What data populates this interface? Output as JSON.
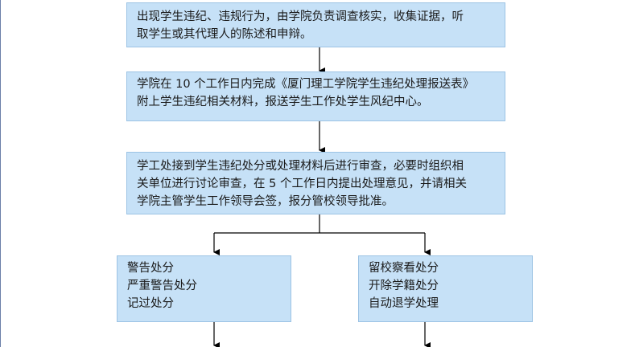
{
  "colors": {
    "box_fill": "#c6e1f7",
    "box_border": "#9cc3e4",
    "connector": "#000000"
  },
  "boxes": {
    "step1": {
      "lines": [
        "出现学生违纪、违规行为，由学院负责调查核实，收集证据，听",
        "取学生或其代理人的陈述和申辩。"
      ]
    },
    "step2": {
      "lines": [
        "学院在 10 个工作日内完成《厦门理工学院学生违纪处理报送表》",
        "附上学生违纪相关材料，报送学生工作处学生风纪中心。"
      ]
    },
    "step3": {
      "lines": [
        "学工处接到学生违纪处分或处理材料后进行审查，必要时组织相",
        "关单位进行讨论审查，在 5 个工作日内提出处理意见，并请相关",
        "学院主管学生工作领导会签，报分管校领导批准。"
      ]
    },
    "left_branch": {
      "lines": [
        "警告处分",
        "严重警告处分",
        "记过处分"
      ]
    },
    "right_branch": {
      "lines": [
        "留校察看处分",
        "开除学籍处分",
        "自动退学处理"
      ]
    }
  }
}
